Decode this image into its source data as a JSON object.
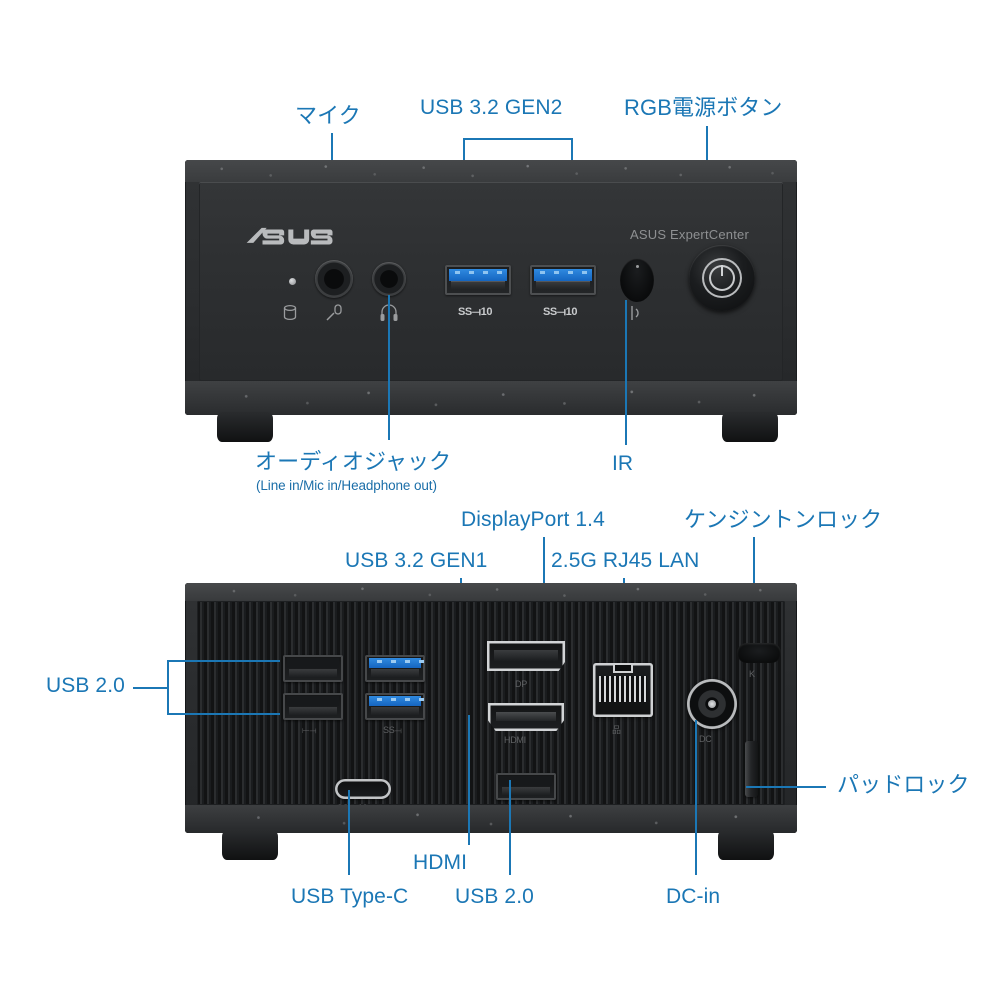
{
  "product": {
    "brand_logo": "ASUS",
    "brand_text": "ASUS ExpertCenter"
  },
  "front_panel": {
    "labels": {
      "mic": "マイク",
      "usb32gen2": "USB 3.2 GEN2",
      "rgb_power_button": "RGB電源ボタン",
      "audio_jack": "オーディオジャック",
      "audio_jack_sub": "(Line in/Mic in/Headphone out)",
      "ir": "IR"
    },
    "port_marks": {
      "usb_left": "SS⟞10",
      "usb_right": "SS⟞10"
    }
  },
  "rear_panel": {
    "labels": {
      "usb20_left": "USB 2.0",
      "usb32gen1": "USB 3.2 GEN1",
      "displayport": "DisplayPort 1.4",
      "lan": "2.5G RJ45 LAN",
      "kensington": "ケンジントンロック",
      "padlock": "パッドロック",
      "usb_type_c": "USB Type-C",
      "hdmi": "HDMI",
      "usb20_bottom": "USB 2.0",
      "dc_in": "DC-in"
    }
  },
  "colors": {
    "accent": "#1b77b5",
    "usb3_blue": "#1565c0",
    "chassis": "#2b2d2f",
    "background": "#ffffff"
  }
}
